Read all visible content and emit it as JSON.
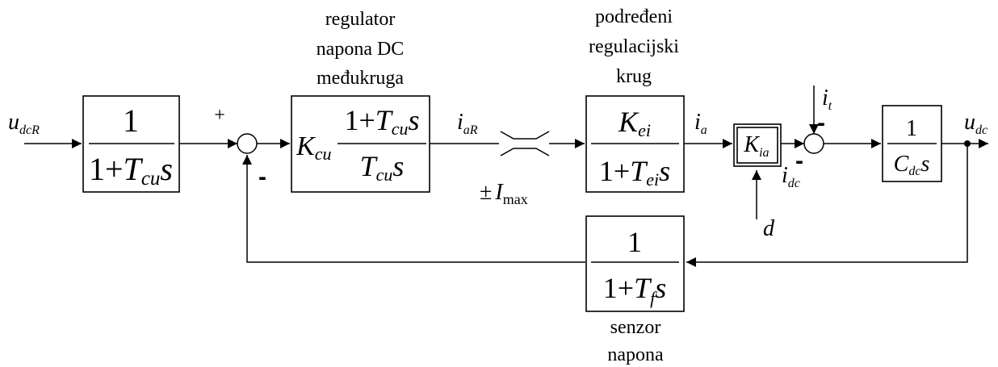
{
  "input_signal": {
    "main": "u",
    "sub": "dcR"
  },
  "output_signal": {
    "main": "u",
    "sub": "dc"
  },
  "prefilter": {
    "numerator": "1",
    "den_one_plus": "1+",
    "den_T": "T",
    "den_T_sub": "cu",
    "den_s": "s"
  },
  "summer_main": {
    "plus_sign": "+",
    "minus_sign": "-"
  },
  "voltage_controller": {
    "caption_lines": [
      "regulator",
      "napona DC",
      "međukruga"
    ],
    "gain": "K",
    "gain_sub": "cu",
    "num_one_plus": "1+",
    "num_T": "T",
    "num_T_sub": "cu",
    "num_s": "s",
    "den_T": "T",
    "den_T_sub": "cu",
    "den_s": "s"
  },
  "current_reference": {
    "main": "i",
    "sub": "aR"
  },
  "limiter": {
    "pm": "±",
    "I": "I",
    "sub": "max"
  },
  "current_loop": {
    "caption_lines": [
      "podređeni",
      "regulacijski",
      "krug"
    ],
    "num_K": "K",
    "num_K_sub": "ei",
    "den_one_plus": "1+",
    "den_T": "T",
    "den_T_sub": "ei",
    "den_s": "s"
  },
  "current_ia": {
    "main": "i",
    "sub": "a"
  },
  "gain_block": {
    "K": "K",
    "sub": "ia"
  },
  "duty": {
    "label": "d"
  },
  "load_current": {
    "main": "i",
    "sub": "t",
    "minus_sign": "-"
  },
  "dc_current": {
    "main": "i",
    "sub": "dc",
    "minus_sign": "-"
  },
  "capacitor": {
    "numerator": "1",
    "den_C": "C",
    "den_C_sub": "dc",
    "den_s": "s"
  },
  "sensor": {
    "caption_lines": [
      "senzor",
      "napona"
    ],
    "numerator": "1",
    "den_one_plus": "1+",
    "den_T": "T",
    "den_T_sub": "f",
    "den_s": "s"
  }
}
